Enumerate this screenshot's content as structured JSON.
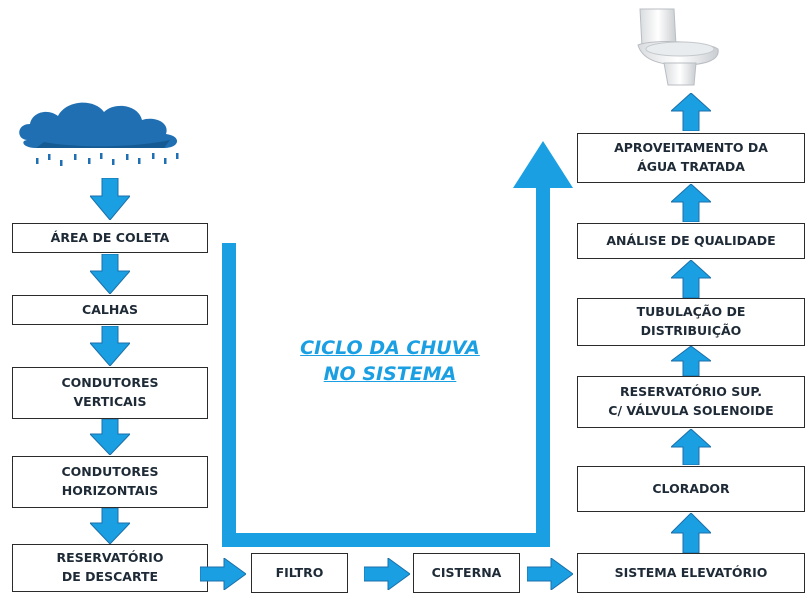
{
  "left_column": [
    {
      "lines": [
        "ÁREA DE COLETA"
      ]
    },
    {
      "lines": [
        "CALHAS"
      ]
    },
    {
      "lines": [
        "CONDUTORES",
        "VERTICAIS"
      ]
    },
    {
      "lines": [
        "CONDUTORES",
        "HORIZONTAIS"
      ]
    },
    {
      "lines": [
        "RESERVATÓRIO",
        "DE DESCARTE"
      ]
    }
  ],
  "bottom_row": [
    {
      "lines": [
        "FILTRO"
      ]
    },
    {
      "lines": [
        "CISTERNA"
      ]
    },
    {
      "lines": [
        "SISTEMA ELEVATÓRIO"
      ]
    }
  ],
  "right_column": [
    {
      "lines": [
        "CLORADOR"
      ]
    },
    {
      "lines": [
        "RESERVATÓRIO SUP.",
        "C/ VÁLVULA SOLENOIDE"
      ]
    },
    {
      "lines": [
        "TUBULAÇÃO DE",
        "DISTRIBUIÇÃO"
      ]
    },
    {
      "lines": [
        "ANÁLISE DE QUALIDADE"
      ]
    },
    {
      "lines": [
        "APROVEITAMENTO DA",
        "ÁGUA TRATADA"
      ]
    }
  ],
  "center_title": {
    "line1": "CICLO DA CHUVA",
    "line2": "NO SISTEMA"
  },
  "icons": {
    "cloud": "rain-cloud-icon",
    "toilet": "toilet-icon"
  },
  "colors": {
    "arrow": "#1a9fe3",
    "cloud": "#1f6fb2",
    "title": "#1a9fe3",
    "border": "#2b2b2b"
  }
}
